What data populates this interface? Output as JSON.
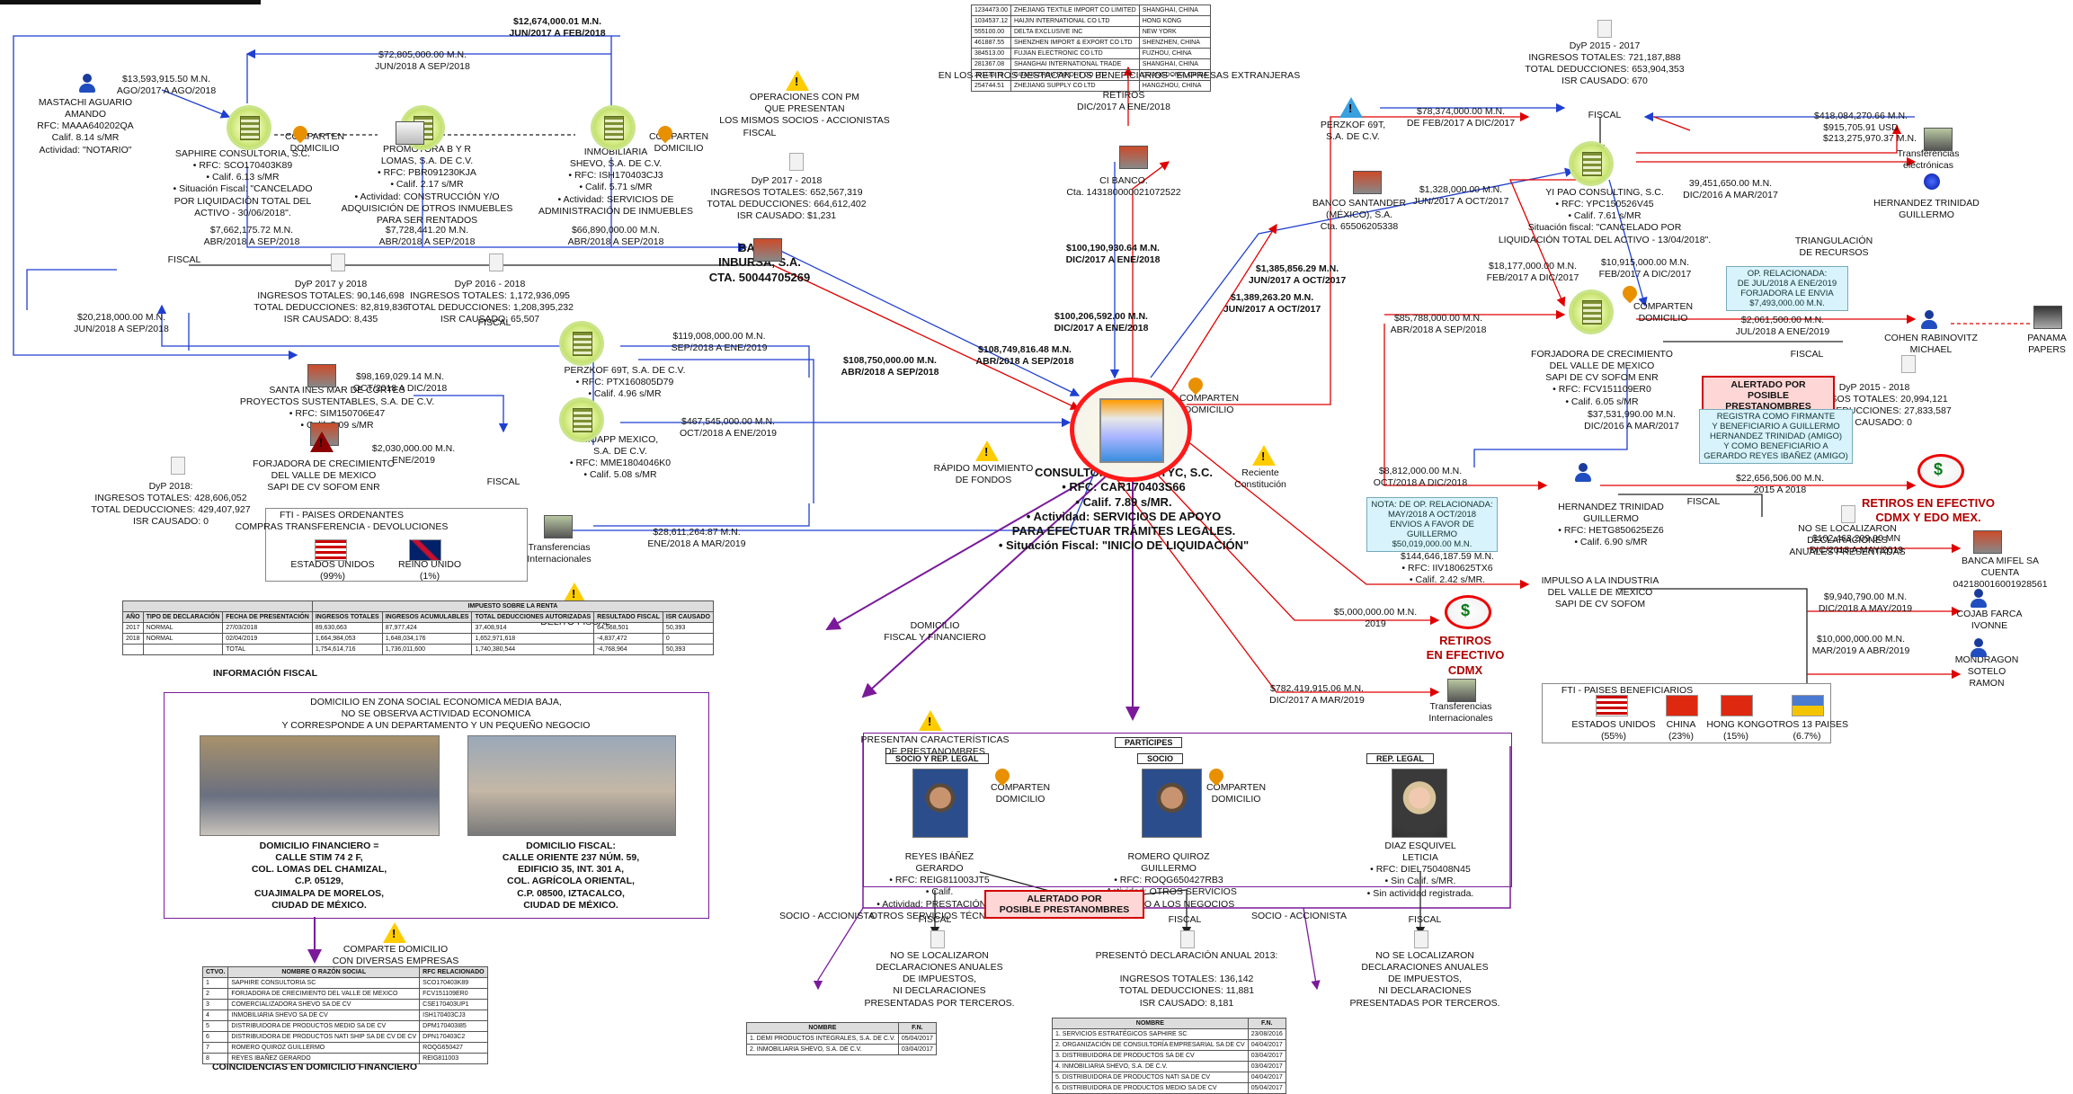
{
  "labels": {
    "t1": "$12,674,000.01 M.N.\nJUN/2017 A FEB/2018",
    "t2": "$72,805,000.00 M.N.\nJUN/2018 A SEP/2018",
    "t3": "$13,593,915.50 M.N.\nAGO/2017 A AGO/2018",
    "mastachi": "MASTACHI AGUARIO\nAMANDO\nRFC: MAAA640202QA\nCalif. 8.14 s/MR\nActividad: \"NOTARIO\"",
    "saphire": "SAPHIRE CONSULTORIA, S.C.\n• RFC: SCO170403K89\n• Calif. 6.13 s/MR\n• Situación Fiscal: \"CANCELADO\nPOR LIQUIDACIÓN TOTAL DEL\nACTIVO - 30/06/2018\".",
    "promotora": "PROMOTORA B Y R\nLOMAS, S.A. DE C.V.\n• RFC: PBR091230KJA\n• Calif. 2.17 s/MR\n• Actividad: CONSTRUCCIÓN Y/O\nADQUISICIÓN DE OTROS INMUEBLES\nPARA SER RENTADOS",
    "shevo": "INMOBILIARIA\nSHEVO, S.A. DE C.V.\n• RFC: ISH170403CJ3\n• Calif. 5.71 s/MR\n• Actividad: SERVICIOS DE\nADMINISTRACIÓN DE INMUEBLES",
    "comp1": "COMPARTEN\nDOMICILIO",
    "comp2": "COMPARTEN\nDOMICILIO",
    "opspm": "OPERACIONES CON PM\nQUE PRESENTAN\nLOS MISMOS SOCIOS - ACCIONISTAS",
    "fiscal_a": "FISCAL",
    "dyp17_18": "DyP 2017 - 2018\nINGRESOS TOTALES: 652,567,319\nTOTAL DEDUCCIONES: 664,612,402\nISR CAUSADO: $1,231",
    "t4": "$7,662,175.72 M.N.\nABR/2018 A SEP/2018",
    "t5": "$7,728,441.20 M.N.\nABR/2018 A SEP/2018",
    "t6": "$66,890,000.00 M.N.\nABR/2018 A SEP/2018",
    "fiscal_b": "FISCAL",
    "dyp17": "DyP 2017 y 2018\nINGRESOS TOTALES: 90,146,698\nTOTAL DEDUCCIONES: 82,819,836\nISR CAUSADO: 8,435",
    "dyp16_18": "DyP 2016 - 2018\nINGRESOS TOTALES: 1,172,936,095\nTOTAL DEDUCCIONES: 1,208,395,232\nISR CAUSADO: 65,507",
    "inbursa": "BANCO\nINBURSA, S.A.\nCTA. 50044705269",
    "t7": "$20,218,000.00 M.N.\nJUN/2018 A SEP/2018",
    "fiscal_c": "FISCAL",
    "perzkof": "PERZKOF 69T, S.A. DE C.V.\n• RFC: PTX160805D79\n• Calif. 4.96 s/MR",
    "t8": "$119,008,000.00 M.N.\nSEP/2018 A ENE/2019",
    "santaines": "SANTA INES MAR DE CORTES\nPROYECTOS SUSTENTABLES, S.A. DE C.V.\n• RFC: SIM150706E47\n• Calif. 5.09 s/MR",
    "t9": "$98,169,029.14 M.N.\nOCT/2018 A DIC/2018",
    "forjadora1": "FORJADORA DE CRECIMIENTO\nDEL VALLE DE MEXICO\nSAPI DE CV SOFOM ENR",
    "t10": "$2,030,000.00 M.N.\nENE/2019",
    "muapp": "MUAPP MEXICO,\nS.A. DE C.V.\n• RFC: MME1804046K0\n• Calif. 5.08 s/MR",
    "t11": "$467,545,000.00 M.N.\nOCT/2018 A ENE/2019",
    "fiscal_d": "FISCAL",
    "dyp18": "DyP 2018:\nINGRESOS TOTALES: 428,606,052\nTOTAL DEDUCCIONES: 429,407,927\nISR CAUSADO: 0",
    "fti_title": "FTI - PAISES ORDENANTES\nCOMPRAS TRANSFERENCIA - DEVOLUCIONES",
    "eeuu": "ESTADOS UNIDOS\n(99%)",
    "reino": "REINO UNIDO\n(1%)",
    "transf1": "Transferencias\nInternacionales",
    "t12": "$28,611,264.87 M.N.\nENE/2018 A MAR/2019",
    "rapido": "RÁPIDO MOVIMIENTO\nDE FONDOS",
    "t13": "$108,750,000.00 M.N.\nABR/2018 A SEP/2018",
    "t14": "$108,749,816.48 M.N.\nABR/2018 A SEP/2018",
    "retiros_title": "EN LOS RETIROS DESTACAN LOS BENEFICIARIOS - EMPRESAS EXTRANJERAS",
    "retiros2": "RETIROS\nDIC/2017 A ENE/2018",
    "cibanco": "CI BANCO.\nCta. 143180000021072522",
    "t15": "$100,190,930.64 M.N.\nDIC/2017 A ENE/2018",
    "t16": "$100,206,592.00 M.N.\nDIC/2017 A ENE/2018",
    "t17": "$1,385,856.29 M.N.\nJUN/2017 A OCT/2017",
    "t18": "$1,389,263.20 M.N.\nJUN/2017 A OCT/2017",
    "main_name": "CONSULTORÍA ARAMITYC, S.C.\n• RFC: CAR170403S66\n• Calif. 7.89 s/MR.\n• Actividad: SERVICIOS DE APOYO\nPARA EFECTUAR TRÁMITES LEGALES.\n• Situación Fiscal: \"INICIO DE LIQUIDACIÓN\"",
    "comp_main": "COMPARTEN\nDOMICILIO",
    "reciente": "Reciente\nConstitución",
    "perzkof_r": "PERZKOF 69T,\nS.A. DE C.V.",
    "t19": "$78,374,000.00 M.N.\nDE FEB/2017 A DIC/2017",
    "santander": "BANCO SANTANDER\n(MÉXICO), S.A.\nCta. 65506205338",
    "t20": "$1,328,000.00 M.N.\nJUN/2017 A OCT/2017",
    "dyp15_17": "DyP 2015 - 2017\nINGRESOS TOTALES: 721,187,888\nTOTAL DEDUCCIONES: 653,904,353\nISR CAUSADO: 670",
    "fiscal_e": "FISCAL",
    "yipao": "YI PAO CONSULTING, S.C.\n• RFC: YPC150526V45\n• Calif. 7.61 s/MR\nSituación fiscal: \"CANCELADO POR\nLIQUIDACIÓN TOTAL DEL ACTIVO - 13/04/2018\".",
    "t21": "$418,084,270.66 M.N.\n$915,705.91 USD",
    "t22": "$213,275,970.37 M.N.",
    "transf_e": "Transferencias\nelectrónicas",
    "t23": "39,451,650.00 M.N.\nDIC/2016 A MAR/2017",
    "hernandez1": "HERNANDEZ TRINIDAD\nGUILLERMO",
    "triang": "TRIANGULACIÓN\nDE RECURSOS",
    "t24": "$18,177,000.00 M.N.\nFEB/2017 A DIC/2017",
    "t25": "$10,915,000.00 M.N.\nFEB/2017 A DIC/2017",
    "note1": "OP. RELACIONADA:\nDE JUL/2018 A ENE/2019\nFORJADORA LE ENVIA\n$7,493,000.00 M.N.",
    "t26": "$85,788,000.00 M.N.\nABR/2018 A SEP/2018",
    "comp3": "COMPARTEN\nDOMICILIO",
    "forjadora2": "FORJADORA DE CRECIMIENTO\nDEL VALLE DE MEXICO\nSAPI DE CV SOFOM ENR\n• RFC: FCV151109ER0\n• Calif. 6.05 s/MR",
    "t27": "$2,061,500.00 M.N.\nJUL/2018 A ENE/2019",
    "cohen": "COHEN RABINOVITZ\nMICHAEL",
    "panama": "PANAMA\nPAPERS",
    "fiscal_f": "FISCAL",
    "dyp15_18": "DyP 2015 - 2018\nINGRESOS TOTALES: 20,994,121\nTOTAL DEDUCCIONES: 27,833,587\nISR CAUSADO: 0",
    "alert1": "ALERTADO POR\nPOSIBLE PRESTANOMBRES",
    "t28": "$37,531,990.00 M.N.\nDIC/2016 A MAR/2017",
    "note2": "REGISTRA COMO FIRMANTE\nY BENEFICIARIO A GUILLERMO\nHERNANDEZ TRINIDAD (AMIGO)\nY COMO BENEFICIARIO A\nGERARDO REYES IBAÑEZ (AMIGO)",
    "t29": "$8,812,000.00 M.N.\nOCT/2018 A DIC/2018",
    "hernandez2": "HERNANDEZ TRINIDAD\nGUILLERMO\n• RFC: HETG850625EZ6\n• Calif. 6.90 s/MR",
    "t30": "$22,656,506.00 M.N.\n2015 A 2018",
    "retiros_cdmx": "RETIROS EN EFECTIVO\nCDMX Y EDO MEX.",
    "note3": "NOTA: DE OP. RELACIONADA:\nMAY/2018 A OCT/2018\nENVIOS A FAVOR DE GUILLERMO\n$50,019,000.00 M.N.",
    "fiscal_g": "FISCAL",
    "noloc1": "NO SE LOCALIZARON\nDECLARACIONES\nANUALES PRESENTADAS",
    "t31": "$144,646,187.59 M.N.\n• RFC: IIV180625TX6\n• Calif. 2.42 s/MR.",
    "impulso": "IMPULSO A LA INDUSTRIA\nDEL VALLE DE MEXICO\nSAPI DE CV SOFOM",
    "t32": "$102,463,209.00 MN\nDIC/2018 A MAY/2019",
    "bancamifel": "BANCA MIFEL SA\nCUENTA\n042180016001928561",
    "t33": "$9,940,790.00 M.N.\nDIC/2018 A MAY/2019",
    "cojab": "COJAB FARCA\nIVONNE",
    "t34": "$10,000,000.00 M.N.\nMAR/2019 A ABR/2019",
    "mondragon": "MONDRAGON SOTELO\nRAMON",
    "t35": "$5,000,000.00 M.N.\n2019",
    "retiros_e": "RETIROS\nEN EFECTIVO\nCDMX",
    "t36": "$782,419,915.06 M.N.\nDIC/2017 A MAR/2019",
    "transf3": "Transferencias\nInternacionales",
    "fti_benef": "FTI - PAISES BENEFICIARIOS",
    "c_eeuu": "ESTADOS UNIDOS\n(55%)",
    "c_china": "CHINA\n(23%)",
    "c_hk": "HONG KONG\n(15%)",
    "c_otros": "OTROS 13 PAISES\n(6.7%)",
    "posible_fiscal": "POSIBLE\nDELITO FISCAL",
    "info_fiscal": "INFORMACIÓN FISCAL",
    "dom_fiscal_fin": "DOMICILIO\nFISCAL Y FINANCIERO",
    "dom_zona": "DOMICILIO EN ZONA SOCIAL ECONOMICA MEDIA BAJA,\nNO SE OBSERVA ACTIVIDAD ECONOMICA\nY CORRESPONDE A UN DEPARTAMENTO Y UN PEQUEÑO NEGOCIO",
    "dom_fin": "DOMICILIO FINANCIERO =\nCALLE STIM 74 2 F,\nCOL. LOMAS DEL CHAMIZAL,\nC.P. 05129,\nCUAJIMALPA DE MORELOS,\nCIUDAD DE MÉXICO.",
    "dom_fis": "DOMICILIO FISCAL:\nCALLE ORIENTE 237 NÚM. 59,\nEDIFICIO 35, INT. 301 A,\nCOL. AGRÍCOLA ORIENTAL,\nC.P. 08500, IZTACALCO,\nCIUDAD DE MÉXICO.",
    "comparte_div": "COMPARTE DOMICILIO\nCON DIVERSAS EMPRESAS",
    "coinc": "COINCIDENCIAS EN DOMICILIO FINANCIERO",
    "presentan": "PRESENTAN CARACTERÍSTICAS\nDE PRESTANOMBRES",
    "participes": "PARTÍCIPES",
    "h_socio_rep": "SOCIO Y REP. LEGAL",
    "h_socio": "SOCIO",
    "h_rep": "REP. LEGAL",
    "reyes": "REYES IBÁÑEZ\nGERARDO\n• RFC: REIG811003JT5\n• Calif.\n• Actividad: PRESTACIÓN DE\nOTROS SERVICIOS TÉCNICOS",
    "romero": "ROMERO QUIROZ\nGUILLERMO\n• RFC: ROQG650427RB3\n• Actividad: OTROS SERVICIOS\nDE APOYO A LOS NEGOCIOS",
    "diaz": "DIAZ ESQUIVEL\nLETICIA\n• RFC: DIEL750408N45\n• Sin Calif. s/MR.\n• Sin actividad registrada.",
    "comp4": "COMPARTEN\nDOMICILIO",
    "comp5": "COMPARTEN\nDOMICILIO",
    "alert2": "ALERTADO POR\nPOSIBLE PRESTANOMBRES",
    "socio_acc1": "SOCIO - ACCIONISTA",
    "socio_acc2": "SOCIO - ACCIONISTA",
    "fiscal_h": "FISCAL",
    "noloc2": "NO SE LOCALIZARON\nDECLARACIONES ANUALES\nDE IMPUESTOS,\nNI DECLARACIONES\nPRESENTADAS POR TERCEROS.",
    "fiscal_i": "FISCAL",
    "presento": "PRESENTÓ DECLARACIÓN ANUAL 2013:\n\nINGRESOS TOTALES: 136,142\nTOTAL DEDUCCIONES: 11,881\nISR CAUSADO: 8,181",
    "fiscal_j": "FISCAL",
    "noloc3": "NO SE LOCALIZARON\nDECLARACIONES ANUALES\nDE IMPUESTOS,\nNI DECLARACIONES\nPRESENTADAS POR TERCEROS."
  },
  "fiscal_table": {
    "head": [
      "AÑO",
      "TIPO DE DECLARACIÓN",
      "FECHA DE PRESENTACIÓN",
      "INGRESOS TOTALES",
      "INGRESOS ACUMULABLES",
      "TOTAL DEDUCCIONES AUTORIZADAS",
      "RESULTADO FISCAL",
      "ISR CAUSADO"
    ],
    "super": "IMPUESTO SOBRE LA RENTA",
    "rows": [
      [
        "2017",
        "NORMAL",
        "27/03/2018",
        "89,630,663",
        "87,977,424",
        "37,408,914",
        "64,568,501",
        "50,393"
      ],
      [
        "2018",
        "NORMAL",
        "02/04/2019",
        "1,664,984,053",
        "1,648,034,176",
        "1,652,971,618",
        "-4,837,472",
        "0"
      ],
      [
        "",
        "",
        "TOTAL",
        "1,754,614,716",
        "1,736,011,600",
        "1,740,380,544",
        "-4,768,964",
        "50,393"
      ]
    ]
  },
  "company_table": {
    "head": [
      "CTVO.",
      "NOMBRE O RAZÓN SOCIAL",
      "RFC RELACIONADO"
    ],
    "rows": [
      [
        "1",
        "SAPHIRE CONSULTORIA SC",
        "SCO170403K89"
      ],
      [
        "2",
        "FORJADORA DE CRECIMIENTO DEL VALLE DE MEXICO",
        "FCV151109ER0"
      ],
      [
        "3",
        "COMERCIALIZADORA SHEVO SA DE CV",
        "CSE170403UP1"
      ],
      [
        "4",
        "INMOBILIARIA SHEVO SA DE CV",
        "ISH170403CJ3"
      ],
      [
        "5",
        "DISTRIBUIDORA DE PRODUCTOS MEDIO SA DE CV",
        "DPM170403I85"
      ],
      [
        "6",
        "DISTRIBUIDORA DE PRODUCTOS NATI SHIP SA DE CV DE CV",
        "DPN170403C2"
      ],
      [
        "7",
        "ROMERO QUIROZ GUILLERMO",
        "ROQG650427"
      ],
      [
        "8",
        "REYES IBAÑEZ GERARDO",
        "REIG811003"
      ]
    ]
  },
  "mini_table_left": {
    "head": [
      "NOMBRE",
      "F.N."
    ],
    "rows": [
      [
        "1. DEMI PRODUCTOS INTEGRALES, S.A. DE C.V.",
        "05/04/2017"
      ],
      [
        "2. INMOBILIARIA SHEVO, S.A. DE C.V.",
        "03/04/2017"
      ]
    ]
  },
  "mini_table_right": {
    "head": [
      "NOMBRE",
      "F.N."
    ],
    "rows": [
      [
        "1. SERVICIOS ESTRATÉGICOS SAPHIRE SC",
        "23/08/2016"
      ],
      [
        "2. ORGANIZACIÓN DE CONSULTORÍA EMPRESARIAL SA DE CV",
        "04/04/2017"
      ],
      [
        "3. DISTRIBUIDORA DE PRODUCTOS SA DE CV",
        "03/04/2017"
      ],
      [
        "4. INMOBILIARIA SHEVO, S.A. DE C.V.",
        "03/04/2017"
      ],
      [
        "5. DISTRIBUIDORA DE PRODUCTOS NATI SA DE CV",
        "04/04/2017"
      ],
      [
        "6. DISTRIBUIDORA DE PRODUCTOS MEDIO SA DE CV",
        "05/04/2017"
      ]
    ]
  },
  "top_table": {
    "rows": [
      [
        "1234473.00",
        "ZHEJIANG TEXTILE IMPORT CO LIMITED",
        "SHANGHAI, CHINA"
      ],
      [
        "1034537.12",
        "HAIJIN INTERNATIONAL CO LTD",
        "HONG KONG"
      ],
      [
        "555100.00",
        "DELTA EXCLUSIVE INC",
        "NEW YORK"
      ],
      [
        "461887.55",
        "SHENZHEN IMPORT & EXPORT CO LTD",
        "SHENZHEN, CHINA"
      ],
      [
        "384513.00",
        "FUJIAN ELECTRONIC CO LTD",
        "FUZHOU, CHINA"
      ],
      [
        "281367.08",
        "SHANGHAI INTERNATIONAL TRADE",
        "SHANGHAI, CHINA"
      ],
      [
        "261133.79",
        "GUANGZHOU EXPORT CO LTD",
        "GUANGDONG, CHINA"
      ],
      [
        "254744.51",
        "ZHEJIANG SUPPLY CO LTD",
        "HANGZHOU, CHINA"
      ]
    ]
  },
  "colors": {
    "red": "#e00000",
    "blue": "#1f3fd0",
    "purple": "#7a1a9a",
    "black": "#222222"
  }
}
